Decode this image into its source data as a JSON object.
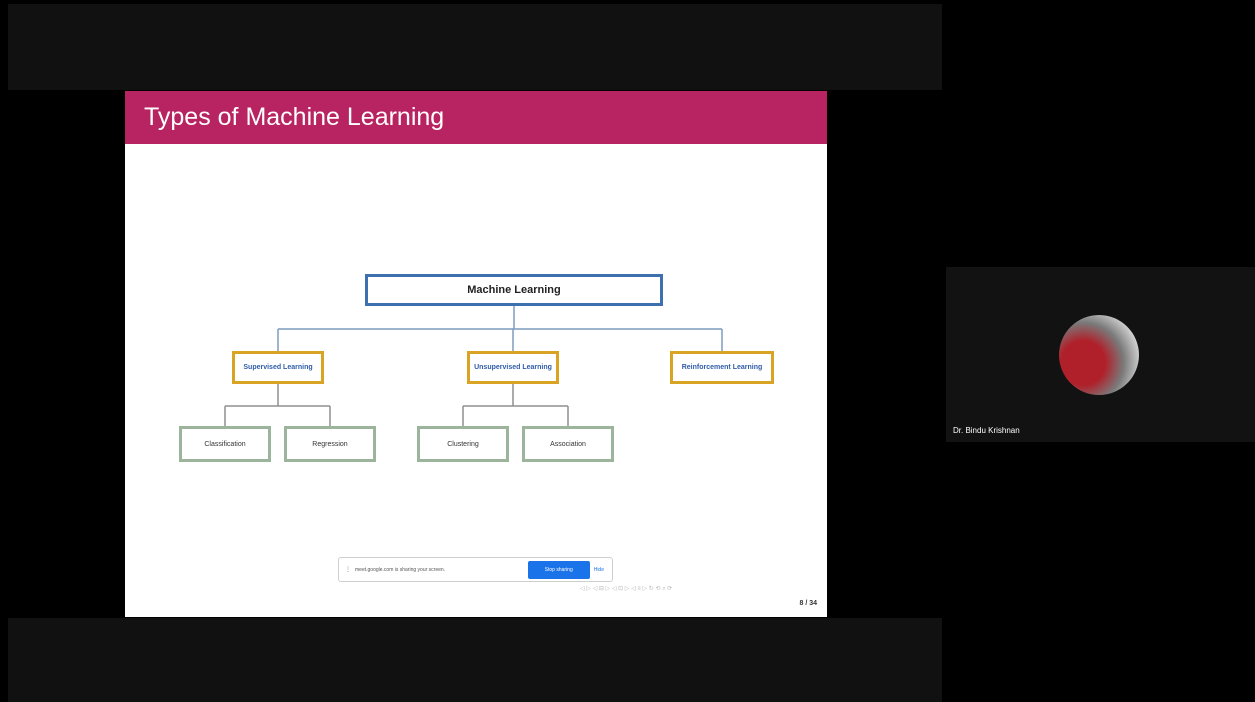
{
  "slide": {
    "title": "Types of Machine Learning",
    "page_counter": "8 / 34",
    "navigation_symbols": "◁ ▷  ◁ ⊟ ▷  ◁ ⊡ ▷  ◁ ≡ ▷   ↻   ⟲ ⌕ ⟳"
  },
  "diagram": {
    "root": "Machine Learning",
    "level1": [
      {
        "label": "Supervised Learning"
      },
      {
        "label": "Unsupervised Learning"
      },
      {
        "label": "Reinforcement Learning"
      }
    ],
    "level2": [
      {
        "label": "Classification"
      },
      {
        "label": "Regression"
      },
      {
        "label": "Clustering"
      },
      {
        "label": "Association"
      }
    ]
  },
  "share_bar": {
    "handle_icon": "drag-handle-icon",
    "text": "meet.google.com is sharing your screen.",
    "stop_label": "Stop sharing",
    "hide_label": "Hide"
  },
  "participant": {
    "name": "Dr. Bindu Krishnan"
  }
}
